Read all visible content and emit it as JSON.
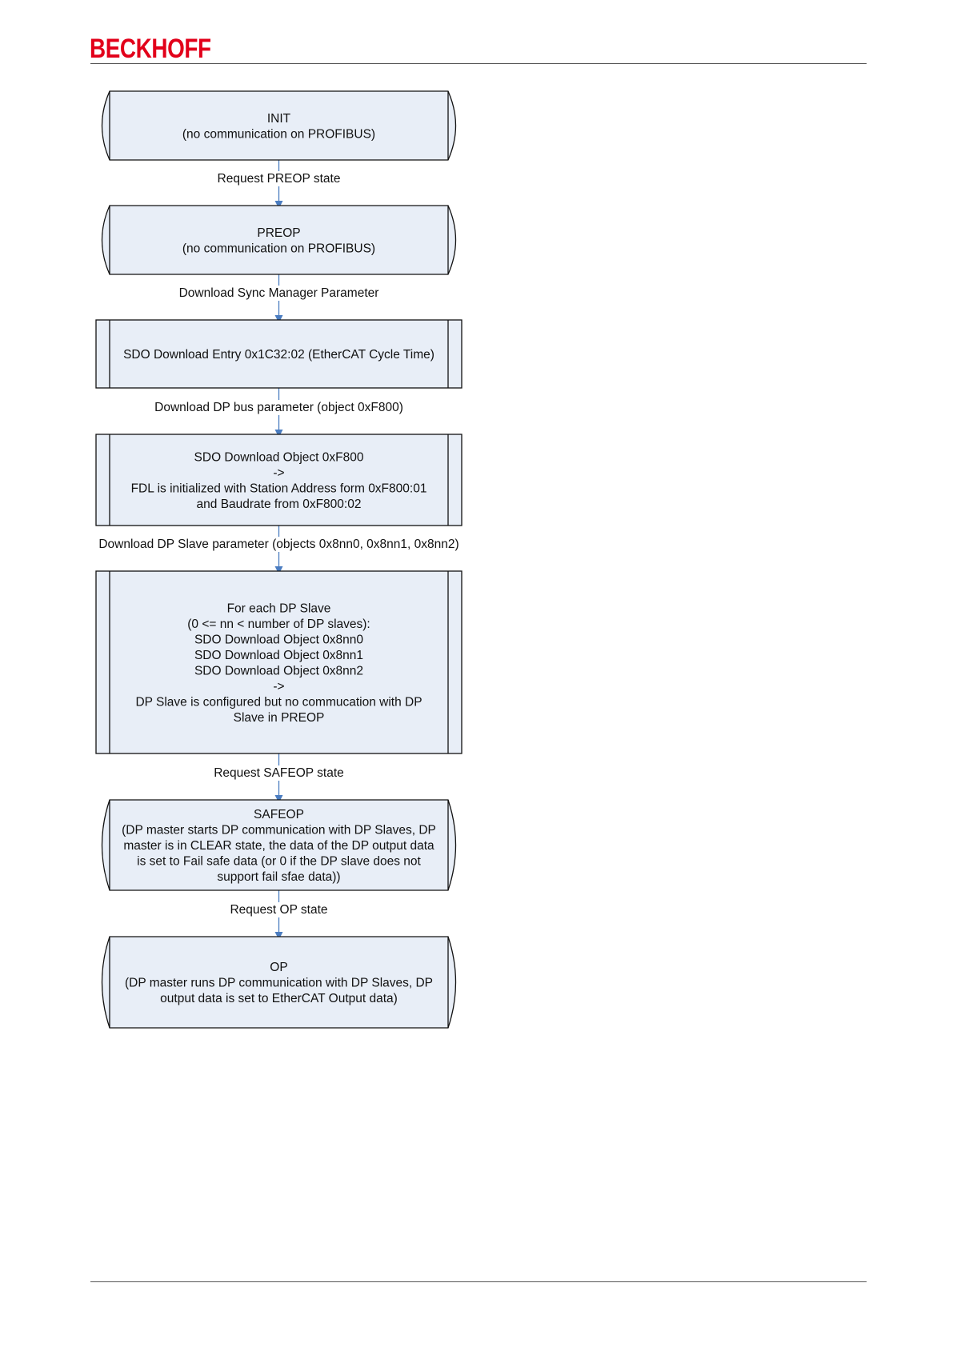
{
  "header": {
    "logo": "BECKHOFF"
  },
  "diagram": {
    "colors": {
      "box_fill": "#e8eef7",
      "box_stroke": "#111111",
      "arrow": "#4a7cc0"
    },
    "boxes": [
      {
        "shape": "terminal",
        "lines": [
          "INIT",
          "(no communication on PROFIBUS)"
        ]
      },
      {
        "shape": "terminal",
        "lines": [
          "PREOP",
          "(no communication on PROFIBUS)"
        ]
      },
      {
        "shape": "process",
        "lines": [
          "SDO Download Entry 0x1C32:02 (EtherCAT Cycle Time)"
        ]
      },
      {
        "shape": "process",
        "lines": [
          "SDO Download Object 0xF800",
          "->",
          "FDL is initialized with Station Address form 0xF800:01",
          "and Baudrate from 0xF800:02"
        ]
      },
      {
        "shape": "process",
        "lines": [
          "For each DP Slave",
          "(0 <= nn < number of DP slaves):",
          "SDO Download Object 0x8nn0",
          "SDO Download Object 0x8nn1",
          "SDO Download Object 0x8nn2",
          "->",
          "DP Slave is configured but no commucation with DP",
          "Slave in PREOP"
        ]
      },
      {
        "shape": "terminal",
        "lines": [
          "SAFEOP",
          "(DP master starts DP communication with DP Slaves, DP",
          "master is in CLEAR state, the data of the DP output data",
          "is set to Fail safe data (or 0 if the DP slave does not",
          "support fail sfae data))"
        ]
      },
      {
        "shape": "terminal",
        "lines": [
          "OP",
          "(DP master runs DP communication with DP Slaves, DP",
          "output data is set to EtherCAT Output data)"
        ]
      }
    ],
    "transitions": [
      "Request PREOP state",
      "Download Sync Manager Parameter",
      "Download DP bus parameter (object 0xF800)",
      "Download DP Slave parameter (objects 0x8nn0, 0x8nn1, 0x8nn2)",
      "Request SAFEOP state",
      "Request OP state"
    ]
  }
}
